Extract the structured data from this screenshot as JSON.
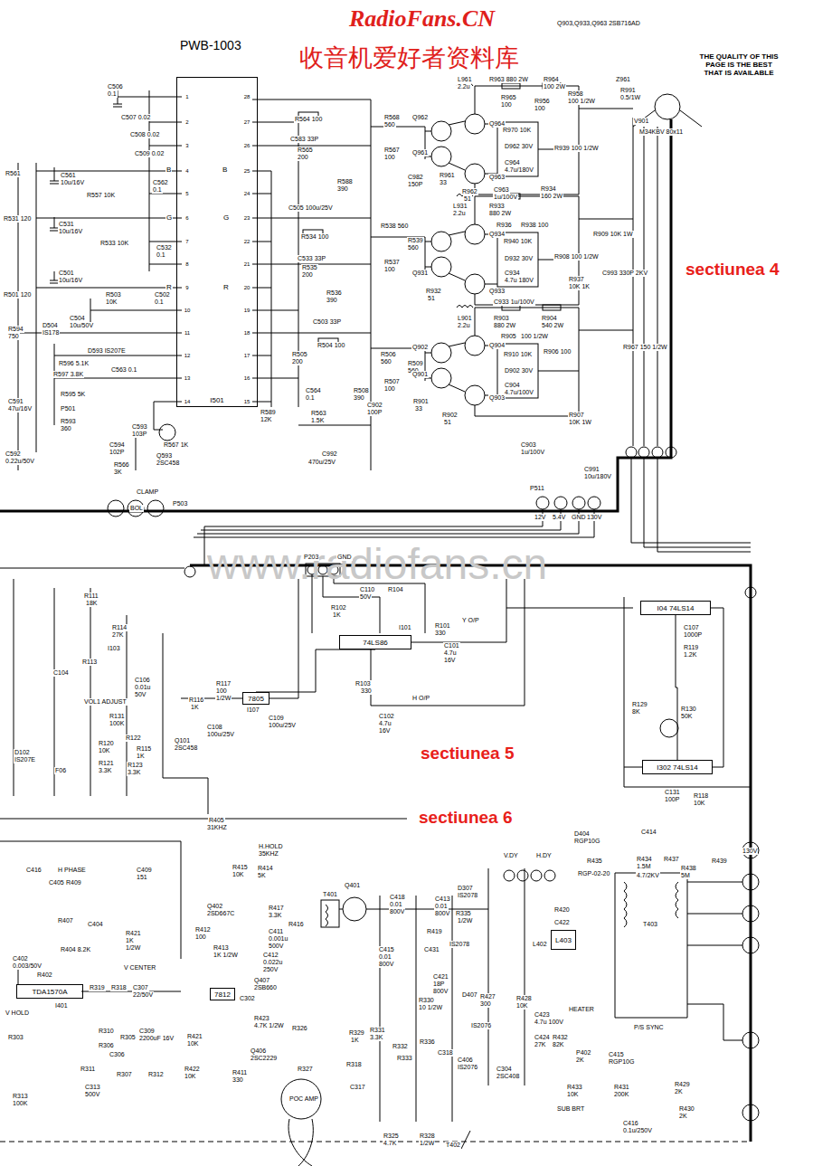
{
  "diagram": {
    "nodes": [
      {
        "text": [
          "I501"
        ]
      },
      {
        "text": [
          "74LS86"
        ]
      },
      {
        "text": [
          "7805"
        ]
      },
      {
        "text": [
          "I04 74LS14"
        ]
      },
      {
        "text": [
          "I302 74LS14"
        ]
      },
      {
        "text": [
          "TDA1570A"
        ]
      },
      {
        "text": [
          "7812"
        ]
      },
      {
        "text": [
          "L403"
        ]
      }
    ],
    "edges": [
      {
        "from": 2,
        "to": 1,
        "arrow": "none"
      },
      {
        "from": 3,
        "to": 4,
        "arrow": "none"
      }
    ],
    "labels": [
      "RadioFans.CN",
      "收音机爱好者资料库",
      "PWB-1003",
      "THE QUALITY OF THIS PAGE IS THE BEST THAT IS AVAILABLE",
      "sectiunea 4",
      "sectiunea 5",
      "sectiunea 6",
      "www.radiofans.cn",
      "Q903,Q933,Q963 2SB716AD",
      "1",
      "2",
      "3",
      "4",
      "5",
      "6",
      "7",
      "8",
      "9",
      "10",
      "11",
      "12",
      "13",
      "14",
      "28",
      "27",
      "26",
      "25",
      "24",
      "23",
      "22",
      "21",
      "20",
      "19",
      "18",
      "17",
      "16",
      "15",
      "B",
      "B",
      "G",
      "G",
      "R",
      "R",
      "C506",
      "0.1",
      "C507 0.02",
      "C508 0.02",
      "C509 0.02",
      "R561",
      "C561",
      "10u/16V",
      "C562",
      "0.1",
      "R557 10K",
      "R531 120",
      "C531",
      "10u/16V",
      "R533 10K",
      "C532",
      "0.1",
      "C501",
      "10u/16V",
      "R501 120",
      "R503",
      "10K",
      "C502",
      "0.1",
      "C504",
      "10u/50V",
      "R594",
      "750",
      "D504",
      "IS178",
      "D593 IS207E",
      "R596 5.1K",
      "C563 0.1",
      "R597 3.8K",
      "C591",
      "47u/16V",
      "R595 5K",
      "P501",
      "R593",
      "360",
      "C593",
      "103P",
      "C594",
      "102P",
      "R567 1K",
      "Q593",
      "2SC458",
      "R566",
      "3K",
      "C592",
      "0.22u/50V",
      "CLAMP",
      "P503",
      "BOL",
      "R564 100",
      "C583 33P",
      "R565",
      "200",
      "R568",
      "560",
      "R567",
      "100",
      "R588",
      "390",
      "Q962",
      "Q961",
      "Q964",
      "Q963",
      "C982",
      "150P",
      "R961",
      "33",
      "R962",
      "51",
      "L961",
      "2.2u",
      "R963 880 2W",
      "R964",
      "100 2W",
      "R958",
      "100 1/2W",
      "Z961",
      "R991",
      "0.5/1W",
      "R965",
      "100",
      "R956",
      "100",
      "R970 10K",
      "D962 30V",
      "C964",
      "4.7u/180V",
      "C963",
      "1u/100V",
      "R934",
      "160 2W",
      "V901",
      "M34KBV 80x11",
      "R939 100 1/2W",
      "C505 100u/25V",
      "R534 100",
      "C533 33P",
      "R535",
      "200",
      "R536",
      "390",
      "R538 560",
      "R539",
      "560",
      "R537",
      "100",
      "R932",
      "51",
      "Q934",
      "Q931",
      "Q933",
      "L931",
      "2.2u",
      "R933",
      "880 2W",
      "R936",
      "R938 100",
      "R940 10K",
      "D932 30V",
      "C934",
      "4.7u 180V",
      "C933 1u/100V",
      "R937",
      "10K 1K",
      "R908 100 1/2W",
      "C993 330P 2KV",
      "R909 10K 1W",
      "C503 33P",
      "R504 100",
      "R505",
      "200",
      "R506",
      "560",
      "R509",
      "560",
      "R507",
      "100",
      "C564",
      "0.1",
      "R508",
      "390",
      "R589",
      "12K",
      "R563",
      "1.5K",
      "C902",
      "100P",
      "R901",
      "33",
      "R902",
      "51",
      "Q902",
      "Q901",
      "Q904",
      "Q903",
      "L901",
      "2.2u",
      "R903",
      "880 2W",
      "R904",
      "540 2W",
      "R905",
      "100 1/2W",
      "R906 100",
      "R910 10K",
      "D902 30V",
      "C904",
      "4.7u/100V",
      "C903",
      "1u/100V",
      "R907",
      "10K 1W",
      "C992",
      "470u/25V",
      "C991",
      "10u/180V",
      "R967 150 1/2W",
      "P511",
      "12V",
      "5.4V",
      "GND",
      "130V",
      "P203",
      "GND",
      "R104",
      "C110",
      "50V",
      "R102",
      "1K",
      "R101",
      "330",
      "Y O/P",
      "C101",
      "4.7u",
      "16V",
      "I101",
      "R103",
      "330",
      "H O/P",
      "C102",
      "4.7u",
      "16V",
      "C107",
      "1000P",
      "R119",
      "1.2K",
      "R129",
      "8K",
      "R130",
      "50K",
      "C131",
      "100P",
      "R118",
      "10K",
      "R111",
      "18K",
      "R114",
      "27K",
      "I103",
      "R113",
      "C104",
      "C106",
      "0.01u",
      "50V",
      "VOL1 ADJUST",
      "R131",
      "100K",
      "R117",
      "100",
      "1/2W",
      "I107",
      "C108",
      "100u/25V",
      "C109",
      "100u/25V",
      "R116",
      "1K",
      "R122",
      "R115",
      "1K",
      "Q101",
      "2SC458",
      "R120",
      "10K",
      "R121",
      "3.3K",
      "R123",
      "3.3K",
      "D102",
      "IS207E",
      "F06",
      "R405",
      "31KHZ",
      "H.HOLD",
      "35KHZ",
      "R415",
      "10K",
      "R414",
      "5K",
      "C409",
      "151",
      "H PHASE",
      "C416",
      "C405",
      "R409",
      "R407",
      "C404",
      "R421",
      "1K",
      "1/2W",
      "R404 8.2K",
      "C402",
      "0.003/50V",
      "R402",
      "V CENTER",
      "R319",
      "R318",
      "C307",
      "22/50V",
      "V HOLD",
      "I401",
      "R310",
      "R305",
      "C309",
      "2200uF 16V",
      "R306",
      "C306",
      "R311",
      "R307",
      "R312",
      "C313",
      "500V",
      "R303",
      "R313",
      "100K",
      "Q402",
      "2SD667C",
      "R412",
      "100",
      "R417",
      "3.3K",
      "R416",
      "C411",
      "0.001u",
      "500V",
      "C412",
      "0.022u",
      "250V",
      "R413",
      "1K 1/2W",
      "Q407",
      "2SB660",
      "C302",
      "R423",
      "4.7K 1/2W",
      "R421",
      "10K",
      "R422",
      "10K",
      "Q406",
      "2SC2229",
      "R411",
      "330",
      "R326",
      "R327",
      "POC AMP",
      "T401",
      "Q401",
      "C418",
      "0.01",
      "800V",
      "C413",
      "0.01",
      "800V",
      "D307",
      "IS2078",
      "R335",
      "1/2W",
      "R419",
      "C415",
      "0.01",
      "800V",
      "C431",
      "IS2078",
      "C421",
      "18P",
      "800V",
      "D407",
      "R330",
      "10 1/2W",
      "R331",
      "3.3K",
      "R329",
      "1K",
      "R332",
      "R333",
      "R318",
      "C317",
      "R336",
      "C318",
      "R325",
      "4.7K",
      "R328",
      "1/2W",
      "T402",
      "IS2076",
      "R427",
      "300",
      "C406",
      "IS2076",
      "C304",
      "2SC408",
      "R428",
      "10K",
      "C423",
      "4.7u 100V",
      "C424",
      "27K",
      "V.DY",
      "H.DY",
      "L402",
      "R420",
      "C422",
      "HEATER",
      "P/S SYNC",
      "T403",
      "D404",
      "RGP10G",
      "C414",
      "R435",
      "R434",
      "1.5M",
      "R437",
      "R438",
      "5M",
      "R439",
      "RGP-02-20",
      "4.7/2KV",
      "130V",
      "SUB BRT",
      "R432",
      "82K",
      "P402",
      "2K",
      "C415",
      "RGP10G",
      "R433",
      "10K",
      "R431",
      "200K",
      "R429",
      "2K",
      "R430",
      "2K",
      "C416",
      "0.1u/250V"
    ]
  }
}
